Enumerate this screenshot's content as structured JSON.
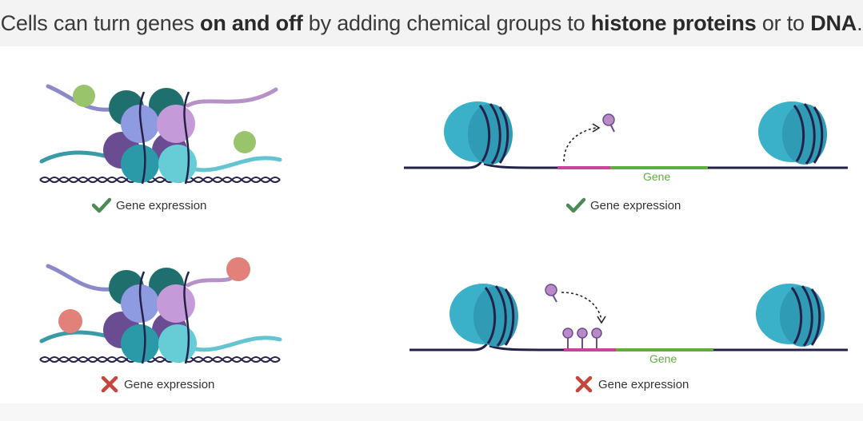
{
  "title": {
    "part1": "Cells can turn genes ",
    "bold1": "on and off",
    "part2": " by adding chemical groups to ",
    "bold2": "histone proteins",
    "part3": " or to ",
    "bold3": "DNA",
    "part4": "."
  },
  "panels": {
    "histone_on": {
      "caption": "Gene expression",
      "status": "check-icon"
    },
    "histone_off": {
      "caption": "Gene expression",
      "status": "cross-icon"
    },
    "dna_on": {
      "caption": "Gene expression",
      "gene_label": "Gene",
      "status": "check-icon"
    },
    "dna_off": {
      "caption": "Gene expression",
      "gene_label": "Gene",
      "status": "cross-icon"
    }
  },
  "colors": {
    "check": "#4c8a57",
    "cross": "#c8453c",
    "gene": "#5fae3f",
    "promoter": "#c9449b",
    "dna_strand": "#25224a",
    "nucleosome": "#3bb0c9",
    "methyl": "#b98bc4",
    "acetyl_green": "#9ac46b",
    "acetyl_red": "#e2807a"
  }
}
